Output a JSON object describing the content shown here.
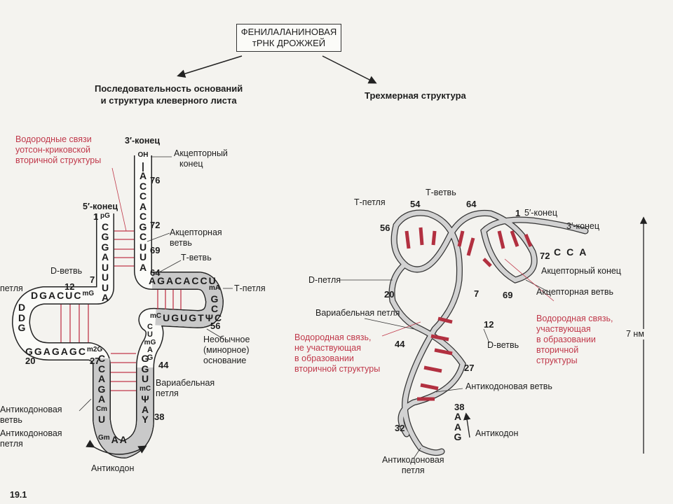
{
  "title": {
    "line1": "ФЕНИЛАЛАНИНОВАЯ",
    "line2": "тРНК  ДРОЖЖЕЙ"
  },
  "left_heading": {
    "line1": "Последовательность оснований",
    "line2": "и структура клеверного листа"
  },
  "right_heading": "Трехмерная структура",
  "figure_number": "19.1",
  "colors": {
    "hbond": "#c0384a",
    "shade": "#c9c9c9",
    "ink": "#1d1d1d"
  },
  "cloverleaf": {
    "hbond_label": [
      "Водородные связи",
      "уотсон-криковской",
      "вторичной структуры"
    ],
    "three_prime_end": "3′-конец",
    "five_prime_end": "5′-конец",
    "acceptor_end": [
      "Акцепторный",
      "конец"
    ],
    "acceptor_stem": [
      "Акцепторная",
      "ветвь"
    ],
    "t_stem": "Т-ветвь",
    "t_loop": "Т-петля",
    "d_stem": "D-ветвь",
    "d_loop": "петля",
    "unusual_base": [
      "Необычное",
      "(минорное)",
      "основание"
    ],
    "variable_loop": [
      "Вариабельная",
      "петля"
    ],
    "anticodon_stem": [
      "Антикодоновая",
      "ветвь"
    ],
    "anticodon_loop": [
      "Антикодоновая",
      "петля"
    ],
    "anticodon": "Антикодон",
    "numbers": {
      "n76": "76",
      "n72": "72",
      "n69": "69",
      "n64": "64",
      "n1": "1",
      "n7": "7",
      "n12": "12",
      "n20": "20",
      "n27": "27",
      "n44": "44",
      "n56": "56",
      "n38": "38"
    },
    "seq": {
      "acceptor3": [
        "OH",
        "|",
        "A",
        "C",
        "C",
        "A",
        "C",
        "G",
        "C",
        "U",
        "U",
        "A"
      ],
      "acceptor5": [
        "pG",
        "C",
        "G",
        "G",
        "A",
        "U",
        "U",
        "U",
        "A"
      ],
      "t_top": [
        "A",
        "G",
        "A",
        "C",
        "A",
        "C",
        "C",
        "U"
      ],
      "t_loop": [
        "mA",
        "G",
        "C"
      ],
      "t_bottom": [
        "mC",
        "U",
        "G",
        "U",
        "G",
        "T",
        "Ψ",
        "C"
      ],
      "d_top": [
        "D",
        "G",
        "A",
        "C",
        "U",
        "C",
        "mG"
      ],
      "d_left": [
        "D",
        "D",
        "G"
      ],
      "d_bottom": [
        "G",
        "G",
        "A",
        "G",
        "A",
        "G",
        "C",
        "m2G"
      ],
      "ac_left": [
        "C",
        "C",
        "A",
        "G",
        "A",
        "Cm",
        "U"
      ],
      "ac_bottom": [
        "Gm",
        "A",
        "A"
      ],
      "ac_right": [
        "G",
        "G",
        "U",
        "mC",
        "Ψ",
        "A",
        "Y"
      ],
      "variable": [
        "C",
        "U",
        "mG",
        "A",
        "G"
      ]
    }
  },
  "tertiary": {
    "t_loop": "Т-петля",
    "t_stem": "Т-ветвь",
    "five_prime_end": "5′-конец",
    "three_prime_end": "3′-конец",
    "acceptor_end": "Акцепторный конец",
    "acceptor_stem": "Акцепторная ветвь",
    "d_loop": "D-петля",
    "d_stem": "D-ветвь",
    "variable_loop": "Вариабельная петля",
    "hbond_not_secondary": [
      "Водородная связь,",
      "не участвующая",
      "в образовании",
      "вторичной структуры"
    ],
    "hbond_secondary": [
      "Водородная связь,",
      "участвующая",
      "в образовании",
      "вторичной",
      "структуры"
    ],
    "anticodon_stem": "Антикодоновая ветвь",
    "anticodon_loop": [
      "Антикодоновая",
      "петля"
    ],
    "anticodon": "Антикодон",
    "acceptor_bases": [
      "C",
      "C",
      "A"
    ],
    "anticodon_bases": [
      "A",
      "A",
      "G"
    ],
    "scale": "7 нм",
    "numbers": {
      "n54": "54",
      "n64": "64",
      "n56": "56",
      "n1": "1",
      "n72": "72",
      "n20": "20",
      "n7": "7",
      "n69": "69",
      "n12": "12",
      "n44": "44",
      "n27": "27",
      "n38": "38",
      "n32": "32"
    }
  }
}
